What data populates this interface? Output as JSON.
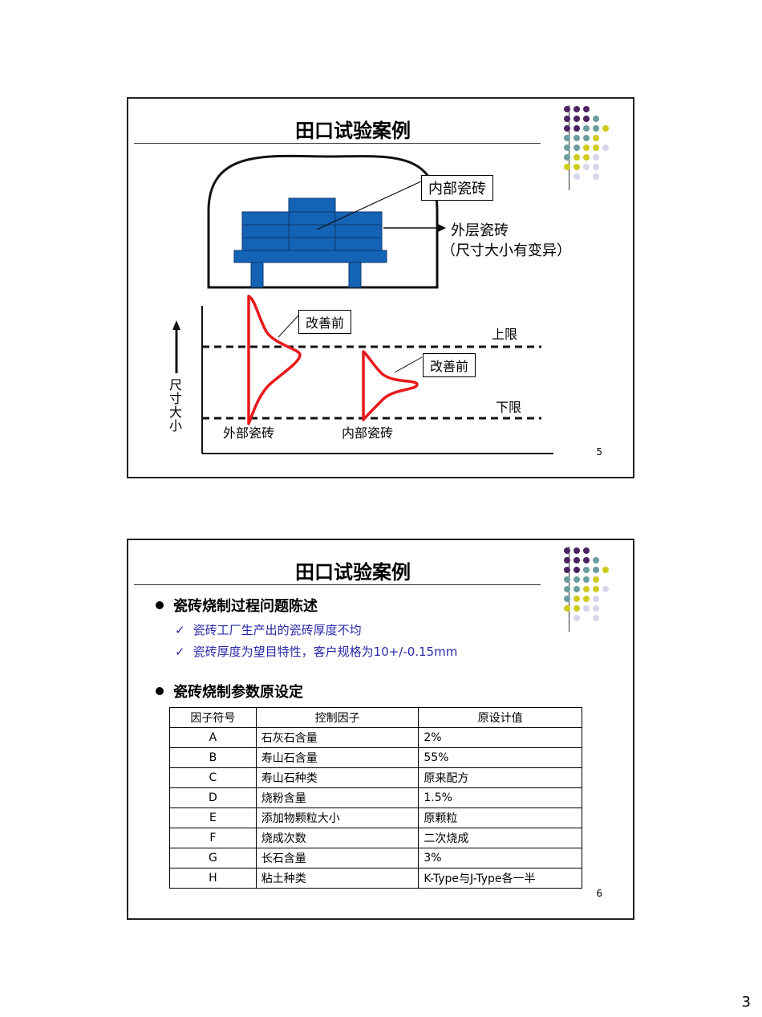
{
  "slide1": {
    "title": "田口试验案例",
    "label_inner_tile": "内部瓷砖",
    "label_outer_line1": "外层瓷砖",
    "label_outer_line2": "（尺寸大小有变异）",
    "label_before_1": "改善前",
    "label_before_2": "改善前",
    "upper_limit": "上限",
    "lower_limit": "下限",
    "axis_label": "尺寸大小",
    "x_label_outer": "外部瓷砖",
    "x_label_inner": "内部瓷砖",
    "slide_number": "5"
  },
  "slide2": {
    "title": "田口试验案例",
    "bullet1": "瓷砖烧制过程问题陈述",
    "checks": [
      "瓷砖工厂生产出的瓷砖厚度不均",
      "瓷砖厚度为望目特性，客户规格为10+/-0.15mm"
    ],
    "bullet2": "瓷砖烧制参数原设定",
    "table": {
      "headers": [
        "因子符号",
        "控制因子",
        "原设计值"
      ],
      "rows": [
        [
          "A",
          "石灰石含量",
          "2%"
        ],
        [
          "B",
          "寿山石含量",
          "55%"
        ],
        [
          "C",
          "寿山石种类",
          "原来配方"
        ],
        [
          "D",
          "烧粉含量",
          "1.5%"
        ],
        [
          "E",
          "添加物颗粒大小",
          "原颗粒"
        ],
        [
          "F",
          "烧成次数",
          "二次烧成"
        ],
        [
          "G",
          "长石含量",
          "3%"
        ],
        [
          "H",
          "粘土种类",
          "K-Type与J-Type各一半"
        ]
      ]
    },
    "slide_number": "6"
  },
  "page_number": "3",
  "colors": {
    "dot_purple": "#4b2363",
    "dot_teal": "#6a9da0",
    "dot_yellow": "#cfcb1f",
    "dot_lavender": "#d9d6ea",
    "tile_blue": "#1563b5",
    "curve_red": "#e8191b",
    "check_blue": "#2a2aa8"
  }
}
